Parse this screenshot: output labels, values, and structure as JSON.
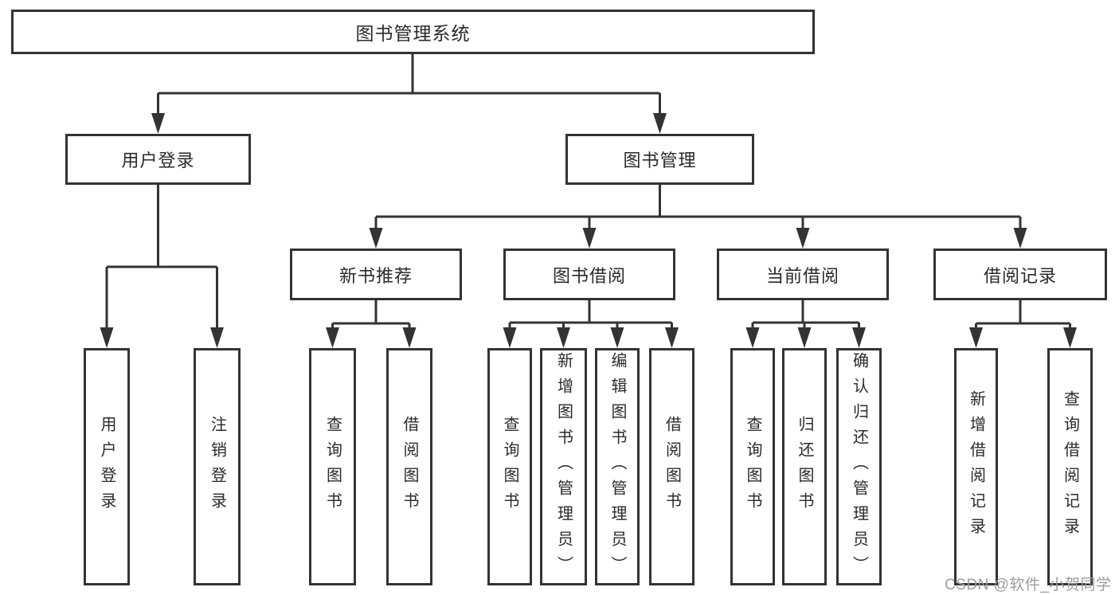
{
  "colors": {
    "line": "#333333",
    "node_border": "#333333",
    "node_fill": "#ffffff",
    "text": "#2a2a2a",
    "watermark": "#9c9c9c",
    "background": "#ffffff"
  },
  "tree": {
    "label": "图书管理系统",
    "children": [
      {
        "label": "用户登录",
        "children": [
          {
            "label": "用户登录"
          },
          {
            "label": "注销登录"
          }
        ]
      },
      {
        "label": "图书管理",
        "children": [
          {
            "label": "新书推荐",
            "children": [
              {
                "label": "查询图书"
              },
              {
                "label": "借阅图书"
              }
            ]
          },
          {
            "label": "图书借阅",
            "children": [
              {
                "label": "查询图书"
              },
              {
                "label": "新增图书（管理员）"
              },
              {
                "label": "编辑图书（管理员）"
              },
              {
                "label": "借阅图书"
              }
            ]
          },
          {
            "label": "当前借阅",
            "children": [
              {
                "label": "查询图书"
              },
              {
                "label": "归还图书"
              },
              {
                "label": "确认归还（管理员）"
              }
            ]
          },
          {
            "label": "借阅记录",
            "children": [
              {
                "label": "新增借阅记录"
              },
              {
                "label": "查询借阅记录"
              }
            ]
          }
        ]
      }
    ]
  },
  "watermark": {
    "text": "CSDN @软件_小贺同学"
  }
}
